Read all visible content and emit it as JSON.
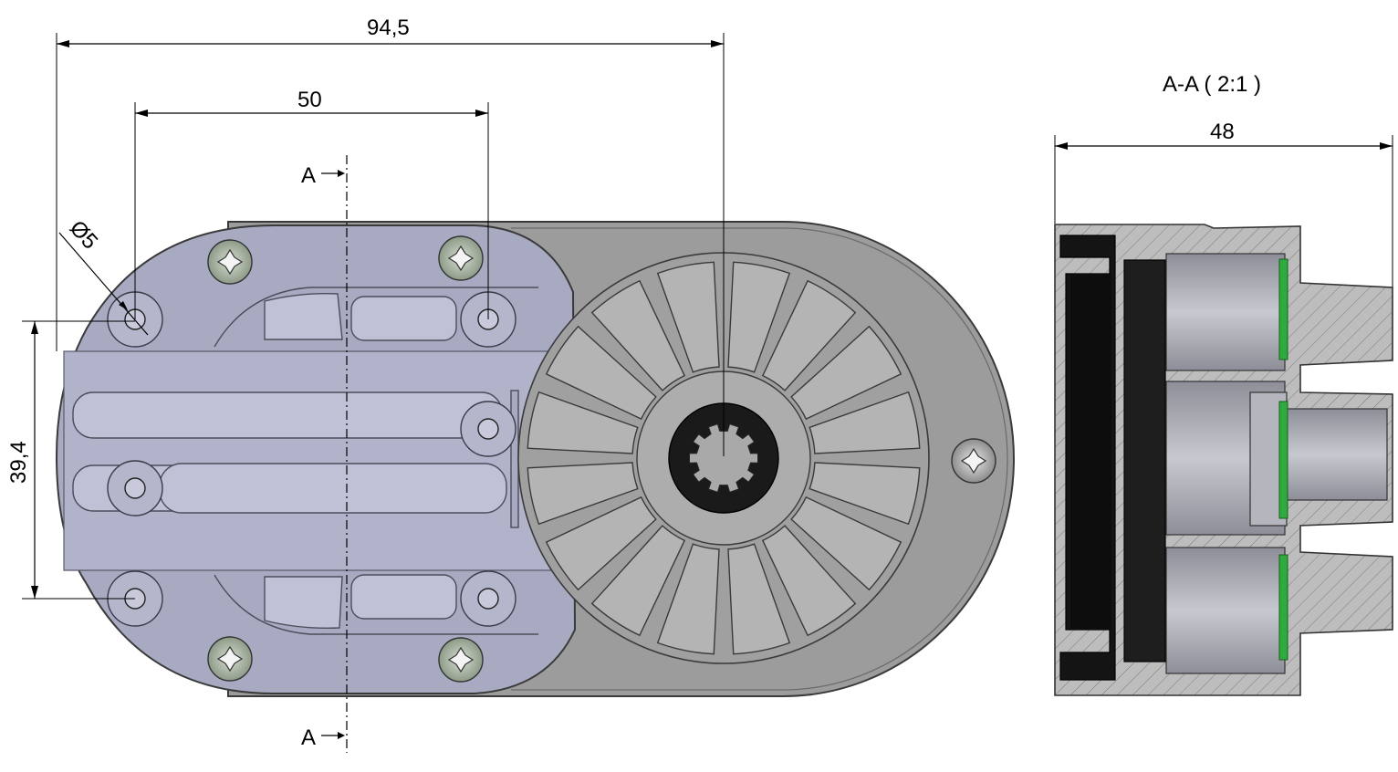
{
  "front_view": {
    "dimensions": {
      "overall_width": "94,5",
      "hole_spacing": "50",
      "hole_diameter": "Ø5",
      "vertical_spacing": "39,4"
    },
    "section_markers": {
      "top": "A",
      "bottom": "A"
    }
  },
  "section_view": {
    "title": "A-A ( 2:1 )",
    "width_dimension": "48"
  },
  "colors": {
    "housing_gray": "#9a9a9a",
    "cover_blue_gray": "#a6a8c0",
    "seal_green": "#2faa3c",
    "section_hatch": "#b8b8b8",
    "dark_part": "#1a1a1a"
  }
}
